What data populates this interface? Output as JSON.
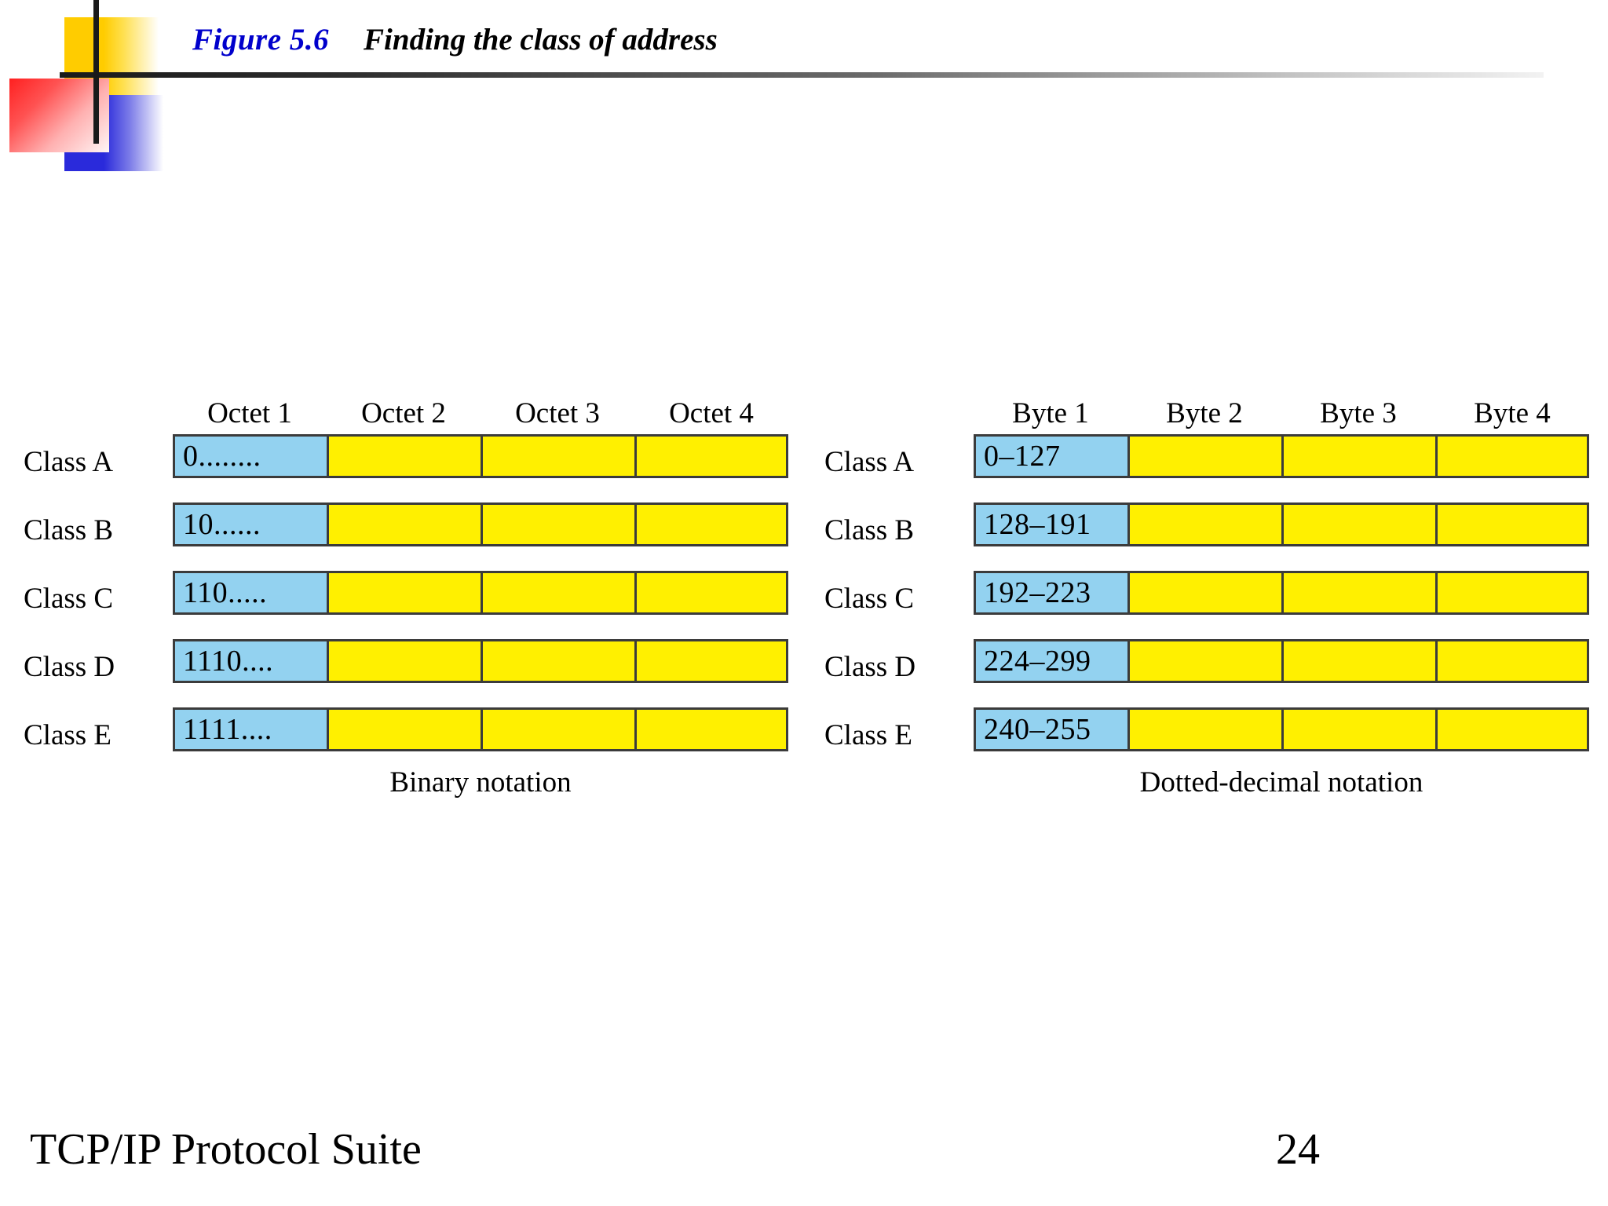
{
  "slide": {
    "figure_label": "Figure 5.6",
    "figure_caption": "Finding the class of address"
  },
  "footer": {
    "title": "TCP/IP Protocol Suite",
    "page_number": "24"
  },
  "colors": {
    "figure_label": "#0000CC",
    "first_octet_cell": "#93D2F0",
    "other_cell": "#FFF000",
    "cell_border": "#3b3b3b",
    "deco_yellow": "#FFCC00",
    "deco_red": "#FF2020",
    "deco_blue": "#2A2ADB",
    "rule_line": "#1a1a1a"
  },
  "chart_data": {
    "type": "table",
    "title": "Finding the class of address",
    "panels": [
      {
        "id": "binary",
        "caption": "Binary notation",
        "column_headers": [
          "Octet 1",
          "Octet 2",
          "Octet 3",
          "Octet 4"
        ],
        "row_label_header": "",
        "rows": [
          {
            "label": "Class A",
            "values": [
              "0........",
              "",
              "",
              ""
            ]
          },
          {
            "label": "Class B",
            "values": [
              "10......",
              "",
              "",
              ""
            ]
          },
          {
            "label": "Class C",
            "values": [
              "110.....",
              "",
              "",
              ""
            ]
          },
          {
            "label": "Class D",
            "values": [
              "1110....",
              "",
              "",
              ""
            ]
          },
          {
            "label": "Class E",
            "values": [
              "1111....",
              "",
              "",
              ""
            ]
          }
        ]
      },
      {
        "id": "dotted-decimal",
        "caption": "Dotted-decimal notation",
        "column_headers": [
          "Byte 1",
          "Byte 2",
          "Byte 3",
          "Byte 4"
        ],
        "row_label_header": "",
        "rows": [
          {
            "label": "Class A",
            "values": [
              "0–127",
              "",
              "",
              ""
            ]
          },
          {
            "label": "Class B",
            "values": [
              "128–191",
              "",
              "",
              ""
            ]
          },
          {
            "label": "Class C",
            "values": [
              "192–223",
              "",
              "",
              ""
            ]
          },
          {
            "label": "Class D",
            "values": [
              "224–299",
              "",
              "",
              ""
            ]
          },
          {
            "label": "Class E",
            "values": [
              "240–255",
              "",
              "",
              ""
            ]
          }
        ]
      }
    ]
  }
}
